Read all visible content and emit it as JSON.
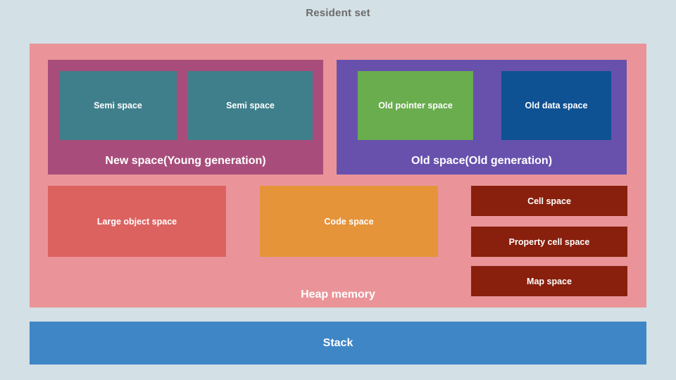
{
  "diagram": {
    "title": "Resident set",
    "title_color": "#6b6b6b",
    "background_color": "#d3e0e5"
  },
  "heap": {
    "label": "Heap memory",
    "color": "#ea9499",
    "generations": [
      {
        "name": "new-space",
        "label": "New space(Young generation)",
        "color": "#a84d7b",
        "children": [
          {
            "name": "semi-space-a",
            "label": "Semi space",
            "color": "#3f7f8c"
          },
          {
            "name": "semi-space-b",
            "label": "Semi space",
            "color": "#3f7f8c"
          }
        ]
      },
      {
        "name": "old-space",
        "label": "Old space(Old generation)",
        "color": "#6751ad",
        "children": [
          {
            "name": "old-pointer-space",
            "label": "Old pointer space",
            "color": "#69ad4e"
          },
          {
            "name": "old-data-space",
            "label": "Old data space",
            "color": "#0f5293"
          }
        ]
      }
    ],
    "spaces": [
      {
        "name": "large-object-space",
        "label": "Large object space",
        "color": "#dc625f"
      },
      {
        "name": "code-space",
        "label": "Code space",
        "color": "#e5943a"
      }
    ],
    "cell_spaces": [
      {
        "name": "cell-space",
        "label": "Cell space",
        "color": "#88200d"
      },
      {
        "name": "property-cell-space",
        "label": "Property cell space",
        "color": "#88200d"
      },
      {
        "name": "map-space",
        "label": "Map space",
        "color": "#88200d"
      }
    ]
  },
  "stack": {
    "label": "Stack",
    "color": "#3f86c7"
  }
}
